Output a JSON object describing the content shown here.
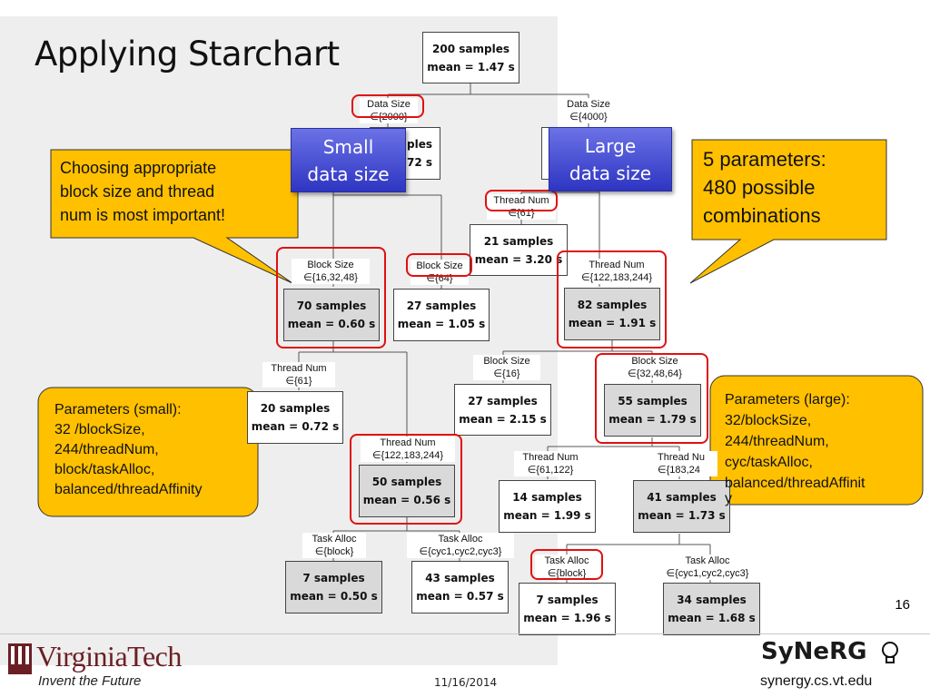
{
  "title": "Applying Starchart",
  "nodes": {
    "root": {
      "l1": "200 samples",
      "l2": "mean = 1.47 s"
    },
    "small": {
      "l1": "ples",
      "l2": "72 s"
    },
    "n21": {
      "l1": "21 samples",
      "l2": "mean = 3.20 s"
    },
    "n70": {
      "l1": "70 samples",
      "l2": "mean = 0.60 s"
    },
    "n27a": {
      "l1": "27 samples",
      "l2": "mean = 1.05 s"
    },
    "n82": {
      "l1": "82 samples",
      "l2": "mean = 1.91 s"
    },
    "n20": {
      "l1": "20 samples",
      "l2": "mean = 0.72 s"
    },
    "n50": {
      "l1": "50 samples",
      "l2": "mean = 0.56 s"
    },
    "n27b": {
      "l1": "27 samples",
      "l2": "mean = 2.15 s"
    },
    "n55": {
      "l1": "55 samples",
      "l2": "mean = 1.79 s"
    },
    "n14": {
      "l1": "14 samples",
      "l2": "mean = 1.99 s"
    },
    "n41": {
      "l1": "41 samples",
      "l2": "mean = 1.73 s"
    },
    "n7a": {
      "l1": "7 samples",
      "l2": "mean = 0.50 s"
    },
    "n43": {
      "l1": "43 samples",
      "l2": "mean = 0.57 s"
    },
    "n7b": {
      "l1": "7 samples",
      "l2": "mean = 1.96 s"
    },
    "n34": {
      "l1": "34 samples",
      "l2": "mean = 1.68 s"
    }
  },
  "edges": {
    "ds_small": {
      "name": "Data Size",
      "set": "∈{2000}"
    },
    "ds_large": {
      "name": "Data Size",
      "set": "∈{4000}"
    },
    "tn61_top": {
      "name": "Thread Num",
      "set": "∈{61}"
    },
    "bs_small": {
      "name": "Block Size",
      "set": "∈{16,32,48}"
    },
    "bs64": {
      "name": "Block Size",
      "set": "∈{64}"
    },
    "tn_large": {
      "name": "Thread Num",
      "set": "∈{122,183,244}"
    },
    "tn61_mid": {
      "name": "Thread Num",
      "set": "∈{61}"
    },
    "tn_small": {
      "name": "Thread Num",
      "set": "∈{122,183,244}"
    },
    "bs16": {
      "name": "Block Size",
      "set": "∈{16}"
    },
    "bs_large": {
      "name": "Block Size",
      "set": "∈{32,48,64}"
    },
    "tn61_122": {
      "name": "Thread Num",
      "set": "∈{61,122}"
    },
    "tn183": {
      "name": "Thread Nu",
      "set": "∈{183,24"
    },
    "ta_block_s": {
      "name": "Task Alloc",
      "set": "∈{block}"
    },
    "ta_cyc_s": {
      "name": "Task Alloc",
      "set": "∈{cyc1,cyc2,cyc3}"
    },
    "ta_block_l": {
      "name": "Task Alloc",
      "set": "∈{block}"
    },
    "ta_cyc_l": {
      "name": "Task Alloc",
      "set": "∈{cyc1,cyc2,cyc3}"
    }
  },
  "blue_labels": {
    "small": {
      "l1": "Small",
      "l2": "data size"
    },
    "large": {
      "l1": "Large",
      "l2": "data size"
    }
  },
  "callouts": {
    "choosing": [
      "Choosing appropriate",
      "block size and thread",
      "num is most important!"
    ],
    "params5": [
      "5 parameters:",
      "480 possible",
      "combinations"
    ],
    "small": [
      "Parameters (small):",
      "32 /blockSize,",
      "244/threadNum,",
      "block/taskAlloc,",
      "balanced/threadAffinity"
    ],
    "large": [
      "Parameters (large):",
      "32/blockSize,",
      "244/threadNum,",
      "cyc/taskAlloc,",
      "balanced/threadAffinit",
      "y"
    ]
  },
  "footer": {
    "page_number": "16",
    "org_name": "VirginiaTech",
    "tagline": "Invent the Future",
    "date": "11/16/2014",
    "lab_name": "SyNeRG",
    "lab_url": "synergy.cs.vt.edu"
  },
  "colors": {
    "callout_fill": "#FFC000",
    "highlight": "#E01010",
    "blue_box": "#3B41CC",
    "vt_maroon": "#6B1F24"
  }
}
